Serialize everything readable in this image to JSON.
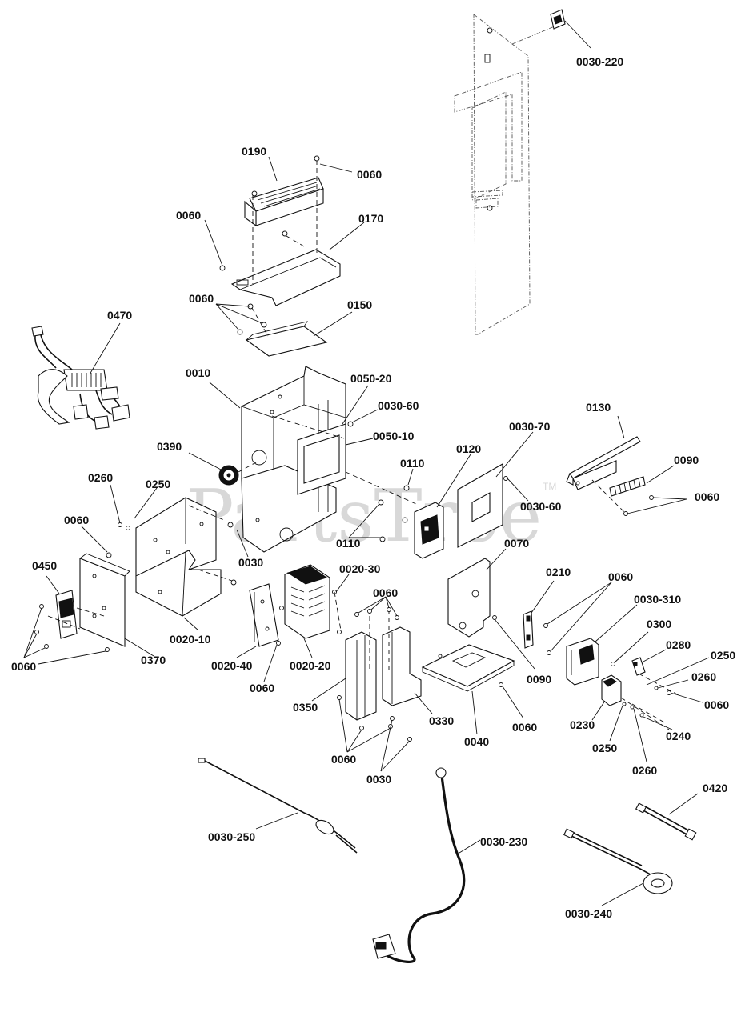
{
  "diagram": {
    "watermark": "PartsTree",
    "trademark": "TM",
    "labels": [
      "0030-220",
      "0190",
      "0060",
      "0060",
      "0170",
      "0060",
      "0150",
      "0470",
      "0010",
      "0050-20",
      "0030-60",
      "0050-10",
      "0130",
      "0390",
      "0030-70",
      "0110",
      "0120",
      "0090",
      "0060",
      "0260",
      "0250",
      "0030-60",
      "0060",
      "0110",
      "0030",
      "0070",
      "0450",
      "0020-30",
      "0210",
      "0060",
      "0060",
      "0030-310",
      "0300",
      "0020-10",
      "0370",
      "0280",
      "0250",
      "0060",
      "0020-40",
      "0020-20",
      "0090",
      "0260",
      "0060",
      "0060",
      "0350",
      "0330",
      "0230",
      "0060",
      "0240",
      "0250",
      "0060",
      "0040",
      "0030",
      "0260",
      "0420",
      "0030-250",
      "0030-230",
      "0030-240"
    ]
  }
}
